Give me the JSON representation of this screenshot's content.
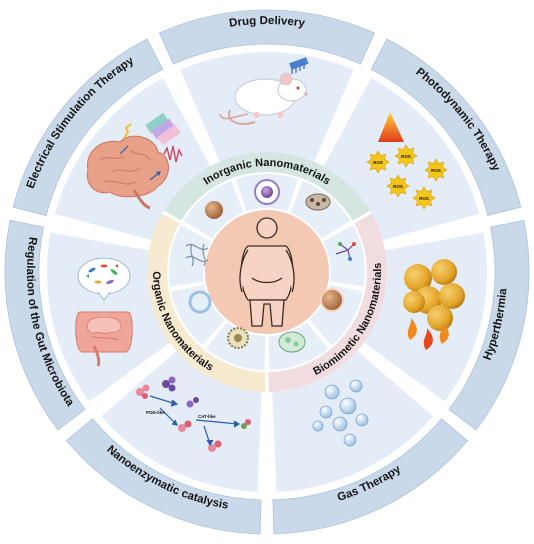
{
  "colors": {
    "outer_band": "#c9d9ea",
    "outer_band_stroke": "#aac3dc",
    "sector_fill": "#e4edf7",
    "gap": "#ffffff",
    "inorganic": "#d5e6e2",
    "biomimetic": "#f1dde0",
    "organic": "#f6ead0",
    "inner_cell": "#e6eef8",
    "center": "#f3c9b4",
    "text": "#141414"
  },
  "outer_ring": {
    "therapies": [
      {
        "label": "Drug Delivery"
      },
      {
        "label": "Photodynamic Therapy"
      },
      {
        "label": "Hyperthermia"
      },
      {
        "label": "Gas Therapy"
      },
      {
        "label": "Nanoenzymatic catalysis"
      },
      {
        "label": "Regulation of the Gut Microbiota"
      },
      {
        "label": "Electrical Stimulation Therapy"
      }
    ]
  },
  "middle_ring": {
    "categories": [
      {
        "label": "Inorganic Nanomaterials"
      },
      {
        "label": "Biomimetic Nanomaterials"
      },
      {
        "label": "Organic Nanomaterials"
      }
    ]
  },
  "illustrations": {
    "ros_label": "ROS",
    "pod_label": "POD-like",
    "cat_label": "CAT-like"
  }
}
